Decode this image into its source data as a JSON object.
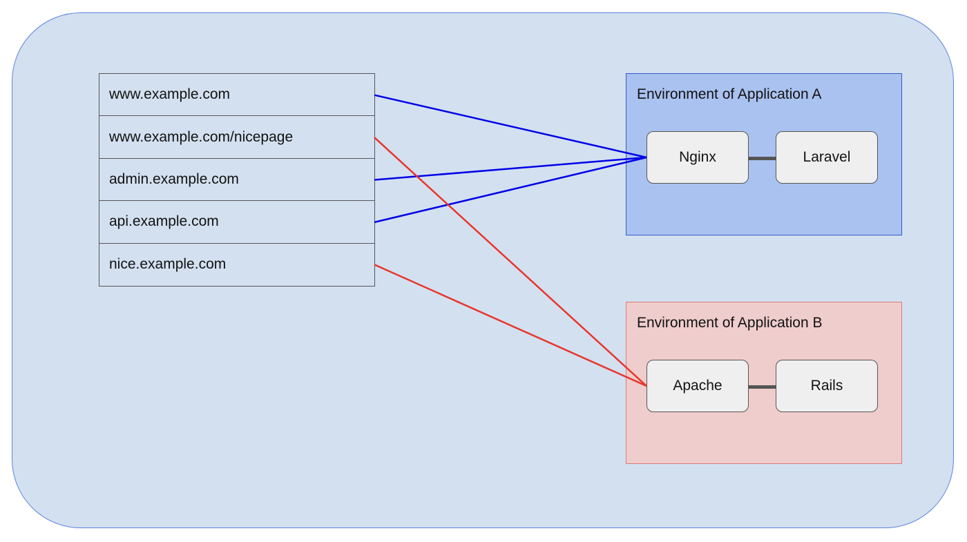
{
  "urls": [
    "www.example.com",
    "www.example.com/nicepage",
    "admin.example.com",
    "api.example.com",
    "nice.example.com"
  ],
  "environments": {
    "a": {
      "title": "Environment of Application A",
      "left_node": "Nginx",
      "right_node": "Laravel"
    },
    "b": {
      "title": "Environment of Application B",
      "left_node": "Apache",
      "right_node": "Rails"
    }
  },
  "routes": [
    {
      "from": "www.example.com",
      "to": "Nginx",
      "color": "#0000e6"
    },
    {
      "from": "admin.example.com",
      "to": "Nginx",
      "color": "#0000e6"
    },
    {
      "from": "api.example.com",
      "to": "Nginx",
      "color": "#0000e6"
    },
    {
      "from": "www.example.com/nicepage",
      "to": "Apache",
      "color": "#e8352b"
    },
    {
      "from": "nice.example.com",
      "to": "Apache",
      "color": "#e8352b"
    }
  ],
  "colors": {
    "outer_fill": "#d3e0f0",
    "env_a_fill": "#aac2f0",
    "env_b_fill": "#efcdcc",
    "route_a": "#0000e6",
    "route_b": "#e8352b"
  }
}
